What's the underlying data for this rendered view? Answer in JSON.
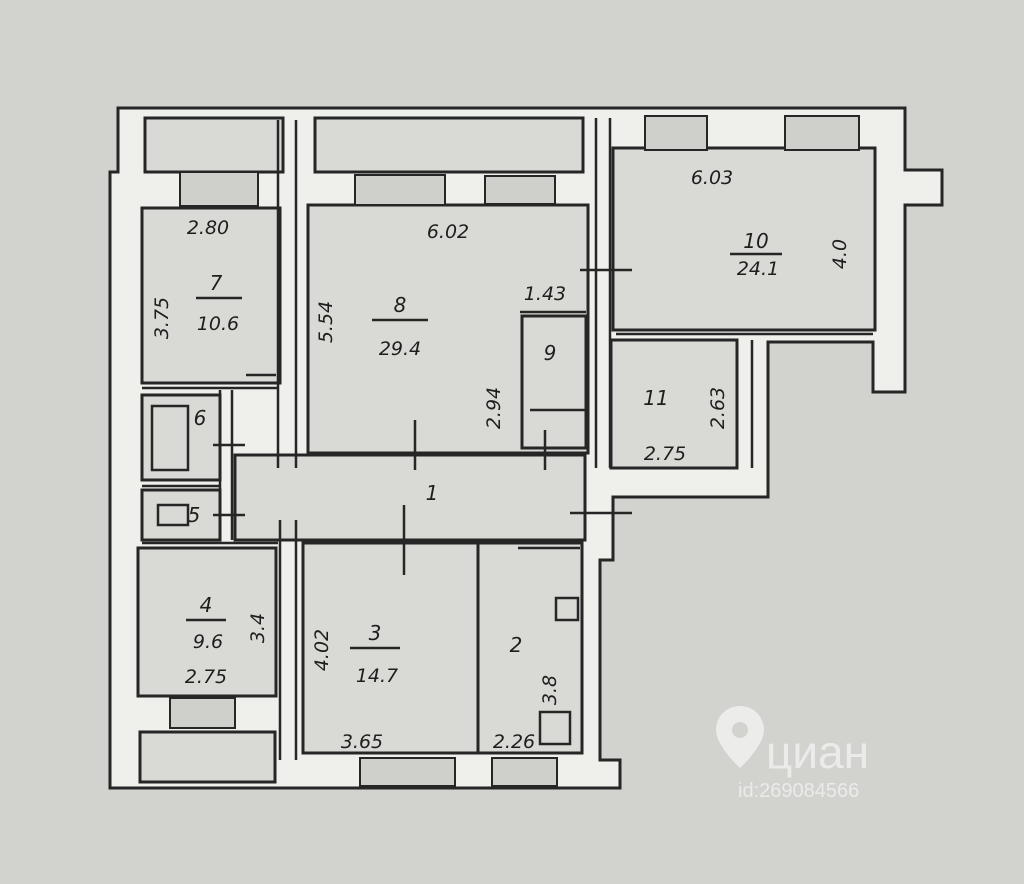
{
  "plan": {
    "rooms": [
      {
        "id": "1",
        "number": "1",
        "area": ""
      },
      {
        "id": "2",
        "number": "2",
        "area": ""
      },
      {
        "id": "3",
        "number": "3",
        "area": "14.7"
      },
      {
        "id": "4",
        "number": "4",
        "area": "9.6"
      },
      {
        "id": "5",
        "number": "5",
        "area": ""
      },
      {
        "id": "6",
        "number": "6",
        "area": ""
      },
      {
        "id": "7",
        "number": "7",
        "area": "10.6"
      },
      {
        "id": "8",
        "number": "8",
        "area": "29.4"
      },
      {
        "id": "9",
        "number": "9",
        "area": ""
      },
      {
        "id": "10",
        "number": "10",
        "area": "24.1"
      },
      {
        "id": "11",
        "number": "11",
        "area": ""
      }
    ],
    "dimensions": {
      "room7_width": "2.80",
      "room7_depth": "3.75",
      "room8_width": "6.02",
      "room8_depth": "5.54",
      "room9_width": "1.43",
      "room9_depth": "2.94",
      "room10_width": "6.03",
      "room10_depth": "4.0",
      "room11_width": "2.75",
      "room11_depth": "2.63",
      "room4_width": "2.75",
      "room4_depth": "3.4",
      "room3_width": "3.65",
      "room3_depth": "4.02",
      "room2_width": "2.26",
      "room2_depth": "3.8"
    }
  },
  "watermark": {
    "brand": "циан",
    "listing_id": "id:269084566"
  }
}
